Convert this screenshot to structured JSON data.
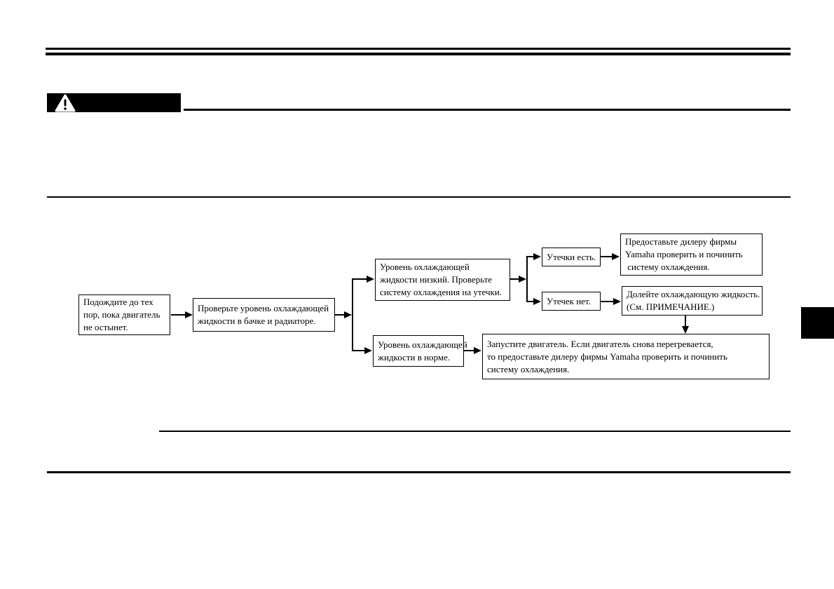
{
  "page": {
    "type": "owners-manual-page",
    "language": "ru",
    "accent_color": "#000000",
    "background_color": "#ffffff",
    "warning": {
      "icon": "warning-triangle",
      "icon_glyph": "⚠",
      "label": ""
    }
  },
  "flowchart": {
    "boxes": {
      "wait": "Подождите до тех\nпор, пока двигатель\nне остынет.",
      "check_level": "Проверьте уровень охлаждающей\nжидкости в бачке и радиаторе.",
      "level_low": "Уровень охлаждающей\nжидкости низкий. Проверьте\nсистему охлаждения на утечки.",
      "leaks_yes": "Утечки есть.",
      "leaks_no": "Утечек нет.",
      "dealer_fix": "Предоставьте дилеру фирмы\nYamaha проверить и починить\n систему охлаждения.",
      "add_coolant": "Долейте охлаждающую жидкость.\n(См. ПРИМЕЧАНИЕ.)",
      "level_ok": "Уровень охлаждающей\nжидкости в норме.",
      "restart_engine": "Запустите двигатель. Если двигатель снова перегревается,\nто предоставьте дилеру фирмы Yamaha проверить и починить\nсистему охлаждения."
    }
  }
}
